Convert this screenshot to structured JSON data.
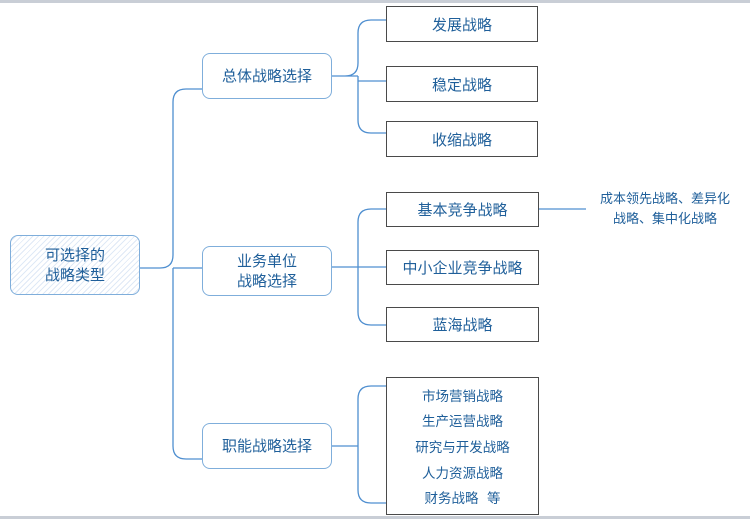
{
  "root": {
    "line1": "可选择的",
    "line2": "战略类型"
  },
  "categories": [
    {
      "lines": [
        "总体战略选择"
      ]
    },
    {
      "lines": [
        "业务单位",
        "战略选择"
      ]
    },
    {
      "lines": [
        "职能战略选择"
      ]
    }
  ],
  "overall": [
    "发展战略",
    "稳定战略",
    "收缩战略"
  ],
  "business": [
    "基本竞争战略",
    "中小企业竞争战略",
    "蓝海战略"
  ],
  "business_note": {
    "line1": "成本领先战略、差异化",
    "line2": "战略、集中化战略"
  },
  "functional": [
    "市场营销战略",
    "生产运营战略",
    "研究与开发战略",
    "人力资源战略",
    "财务战略  等"
  ],
  "colors": {
    "connector": "#4f8fd0",
    "node_border": "#7faedb",
    "text": "#1f5f9a",
    "leaf_border": "#4a4a4a"
  }
}
